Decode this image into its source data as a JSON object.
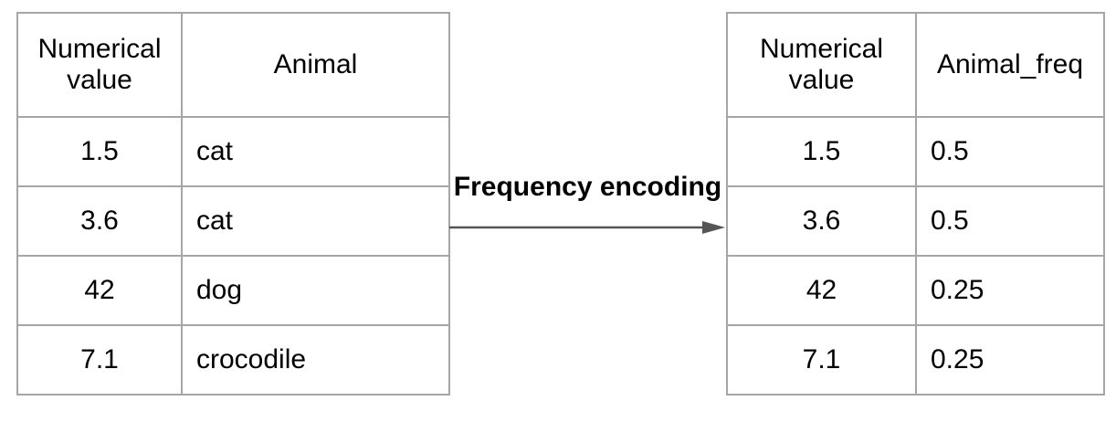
{
  "diagram": {
    "arrow_label": "Frequency encoding"
  },
  "left_table": {
    "headers": [
      "Numerical value",
      "Animal"
    ],
    "rows": [
      [
        "1.5",
        "cat"
      ],
      [
        "3.6",
        "cat"
      ],
      [
        "42",
        "dog"
      ],
      [
        "7.1",
        "crocodile"
      ]
    ]
  },
  "right_table": {
    "headers": [
      "Numerical value",
      "Animal_freq"
    ],
    "rows": [
      [
        "1.5",
        "0.5"
      ],
      [
        "3.6",
        "0.5"
      ],
      [
        "42",
        "0.25"
      ],
      [
        "7.1",
        "0.25"
      ]
    ]
  },
  "colors": {
    "table_border": "#a6a6a6",
    "arrow": "#555555",
    "text": "#000000",
    "background": "#ffffff"
  }
}
